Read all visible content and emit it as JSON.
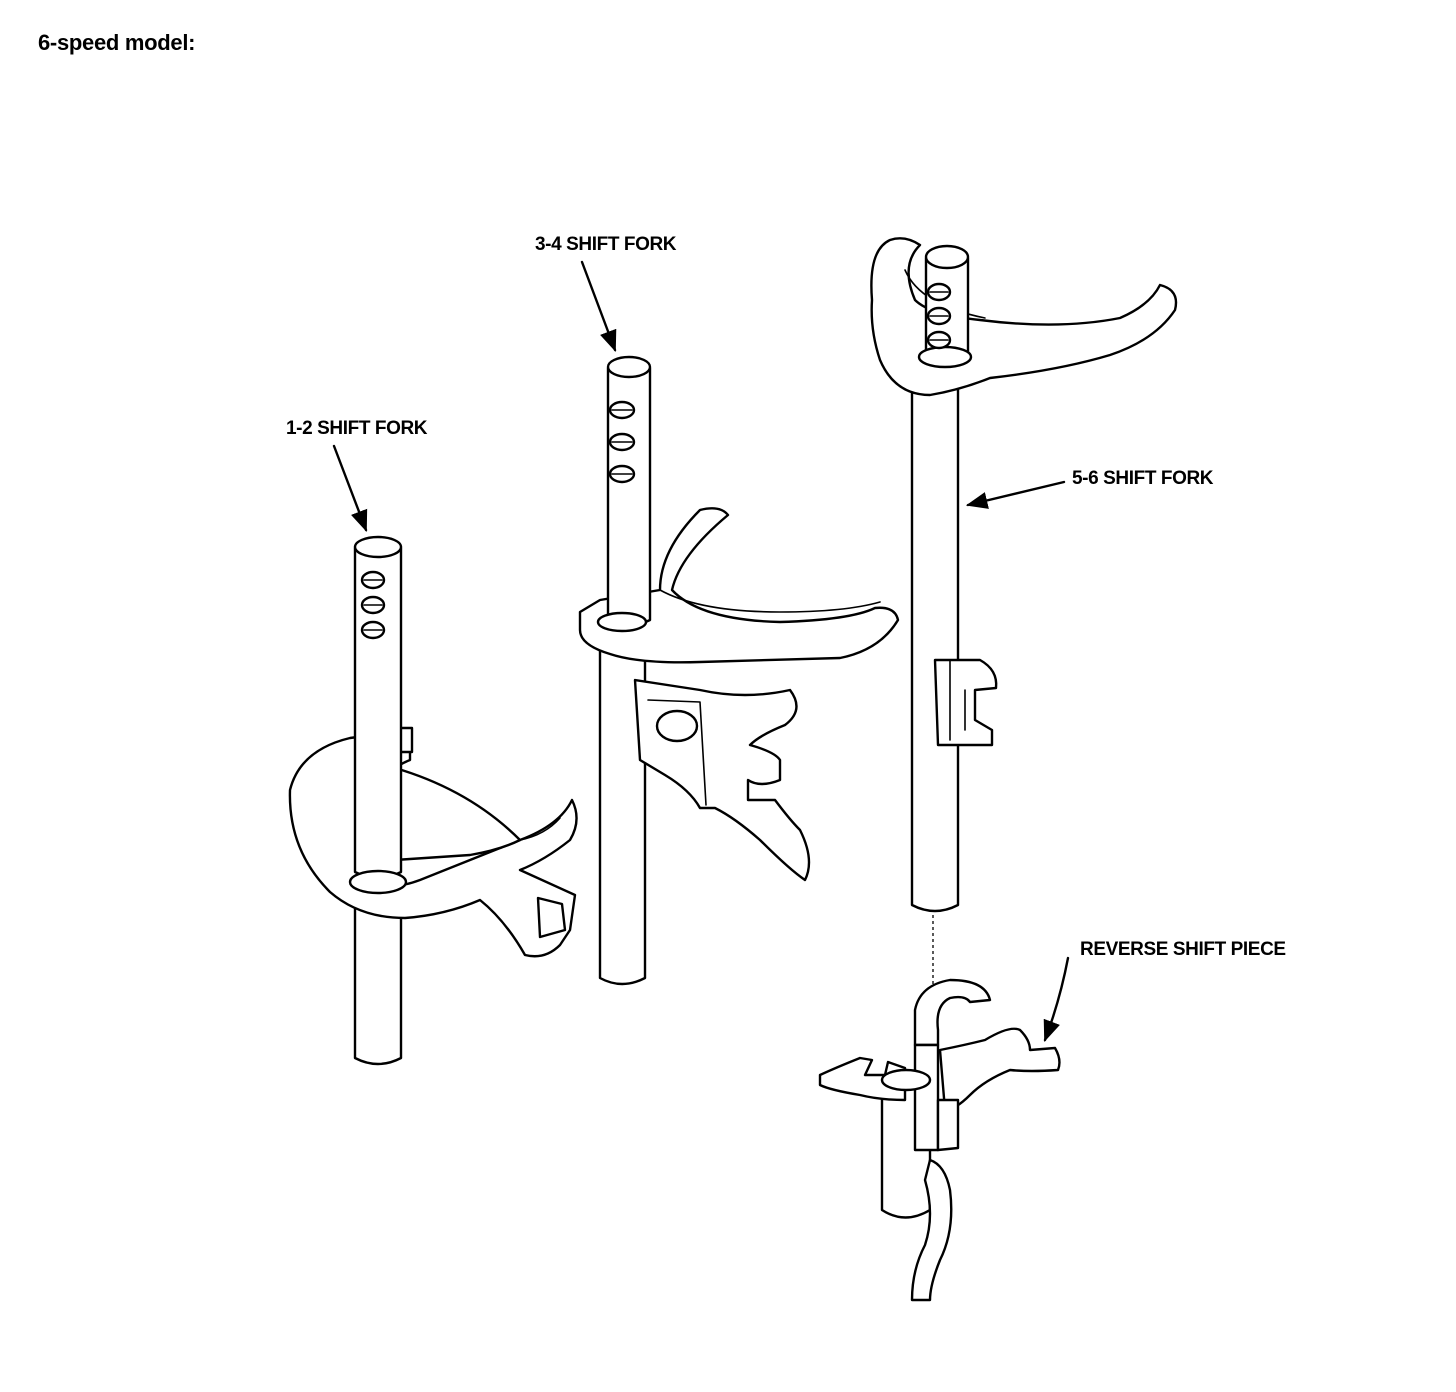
{
  "heading": "6-speed model:",
  "callouts": {
    "fork_34": "3-4 SHIFT FORK",
    "fork_12": "1-2 SHIFT FORK",
    "fork_56": "5-6 SHIFT FORK",
    "reverse_piece": "REVERSE SHIFT PIECE"
  }
}
